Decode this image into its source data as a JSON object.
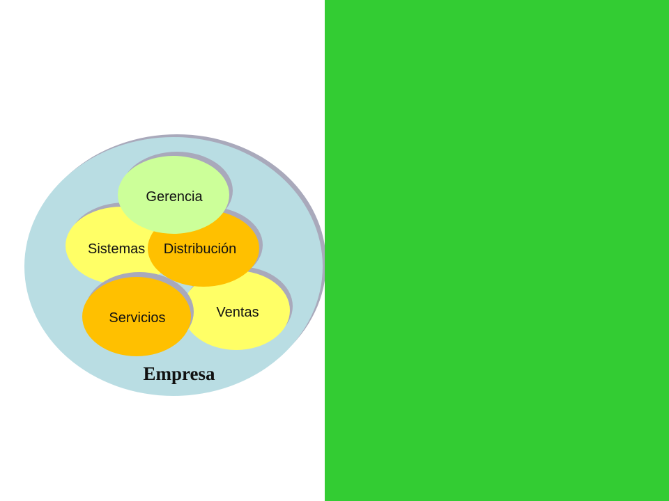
{
  "diagram": {
    "container_label": "Empresa",
    "units": [
      {
        "key": "sistemas",
        "label": "Sistemas"
      },
      {
        "key": "ventas",
        "label": "Ventas"
      },
      {
        "key": "distribucion",
        "label": "Distribución"
      },
      {
        "key": "servicios",
        "label": "Servicios"
      },
      {
        "key": "gerencia",
        "label": "Gerencia"
      }
    ]
  },
  "colors": {
    "right_panel": "#33cc33",
    "container_fill": "#b9dde3",
    "container_outline": "#9a9a9a",
    "shadow": "#a9a9bb",
    "sistemas": "#ffff66",
    "ventas": "#ffff66",
    "distribucion": "#ffc000",
    "servicios": "#ffc000",
    "gerencia": "#ccff99"
  }
}
